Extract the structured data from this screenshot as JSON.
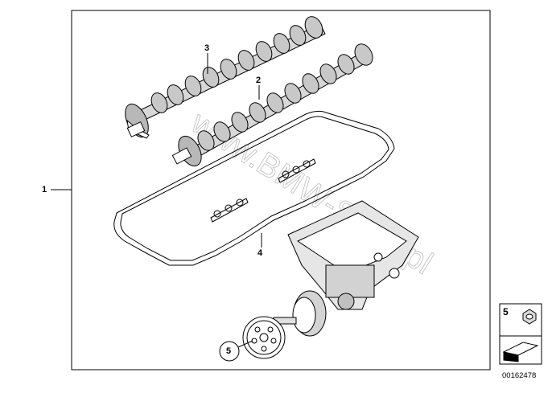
{
  "diagram": {
    "callouts": {
      "item1": "1",
      "item2": "2",
      "item3": "3",
      "item4": "4",
      "item5": "5"
    },
    "legend": {
      "item_number": "5",
      "hex_nut_icon": "hex-nut-icon",
      "arrow_icon": "arrow-icon"
    },
    "watermark": "www.BMW-Sport.pl",
    "diagram_number": "00162478"
  }
}
